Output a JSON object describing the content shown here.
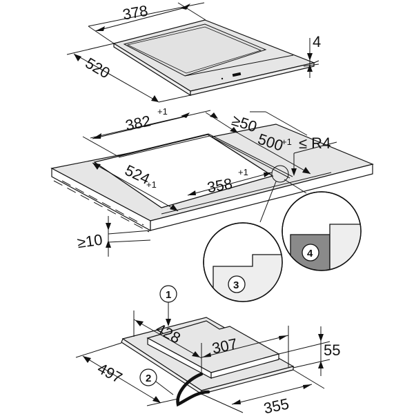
{
  "diagram": {
    "type": "installation-dimension-drawing",
    "subject": "Built-in cooktop installation",
    "views": [
      {
        "name": "appliance-top",
        "dimensions": {
          "width": "378",
          "depth": "520",
          "frame_height": "4"
        }
      },
      {
        "name": "worktop-cutout",
        "dimensions": {
          "cutout_width": "382",
          "cutout_width_tol": "+1",
          "cutout_depth": "524",
          "cutout_depth_tol": "+1",
          "inner_width": "358",
          "inner_width_tol": "+1",
          "inner_depth": "500",
          "inner_depth_tol": "+1",
          "min_rear_distance": "≥50",
          "corner_radius": "≤ R4",
          "min_worktop_thickness": "≥10"
        },
        "detail_callouts": [
          {
            "id": "3",
            "label": "3",
            "description": "rebate detail (light)"
          },
          {
            "id": "4",
            "label": "4",
            "description": "rebate detail (dark fill)"
          }
        ]
      },
      {
        "name": "appliance-underside",
        "dimensions": {
          "housing_depth": "428",
          "housing_width": "307",
          "housing_height": "55",
          "overall_depth": "497",
          "overall_width": "355"
        },
        "callouts": [
          {
            "id": "1",
            "label": "1"
          },
          {
            "id": "2",
            "label": "2"
          }
        ]
      }
    ],
    "colors": {
      "line": "#111111",
      "surface": "#eeeeee",
      "detail_dark": "#8a8a8a",
      "background": "#ffffff"
    }
  }
}
